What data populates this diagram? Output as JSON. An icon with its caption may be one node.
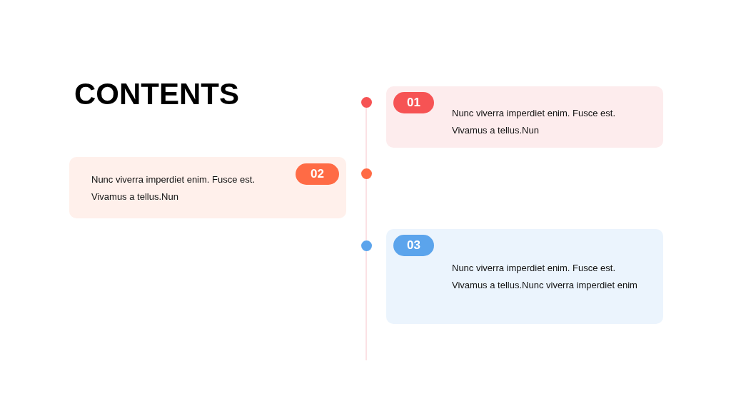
{
  "diagram": {
    "title": "CONTENTS",
    "nodes": [
      {
        "text": [
          "Nunc viverra imperdiet enim. Fusce est. Vivamus a tellus.Nun"
        ]
      },
      {
        "text": [
          "01"
        ],
        "in": 0
      },
      {
        "text": [
          "Nunc viverra imperdiet enim. Fusce est. Vivamus a tellus.Nun"
        ]
      },
      {
        "text": [
          "02"
        ],
        "in": 2
      },
      {
        "text": [
          "Nunc viverra imperdiet enim. Fusce est. Vivamus a tellus.Nunc viverra imperdiet enim"
        ]
      },
      {
        "text": [
          "03"
        ],
        "in": 4
      },
      {
        "text": [],
        "shape": "circle"
      },
      {
        "text": [],
        "shape": "circle"
      },
      {
        "text": [],
        "shape": "circle"
      }
    ],
    "edges": [
      {
        "from": 6,
        "to": 7,
        "arrow": "none"
      },
      {
        "from": 7,
        "to": 8,
        "arrow": "none"
      },
      {
        "from": 8,
        "to": null,
        "arrow": "none"
      }
    ]
  }
}
